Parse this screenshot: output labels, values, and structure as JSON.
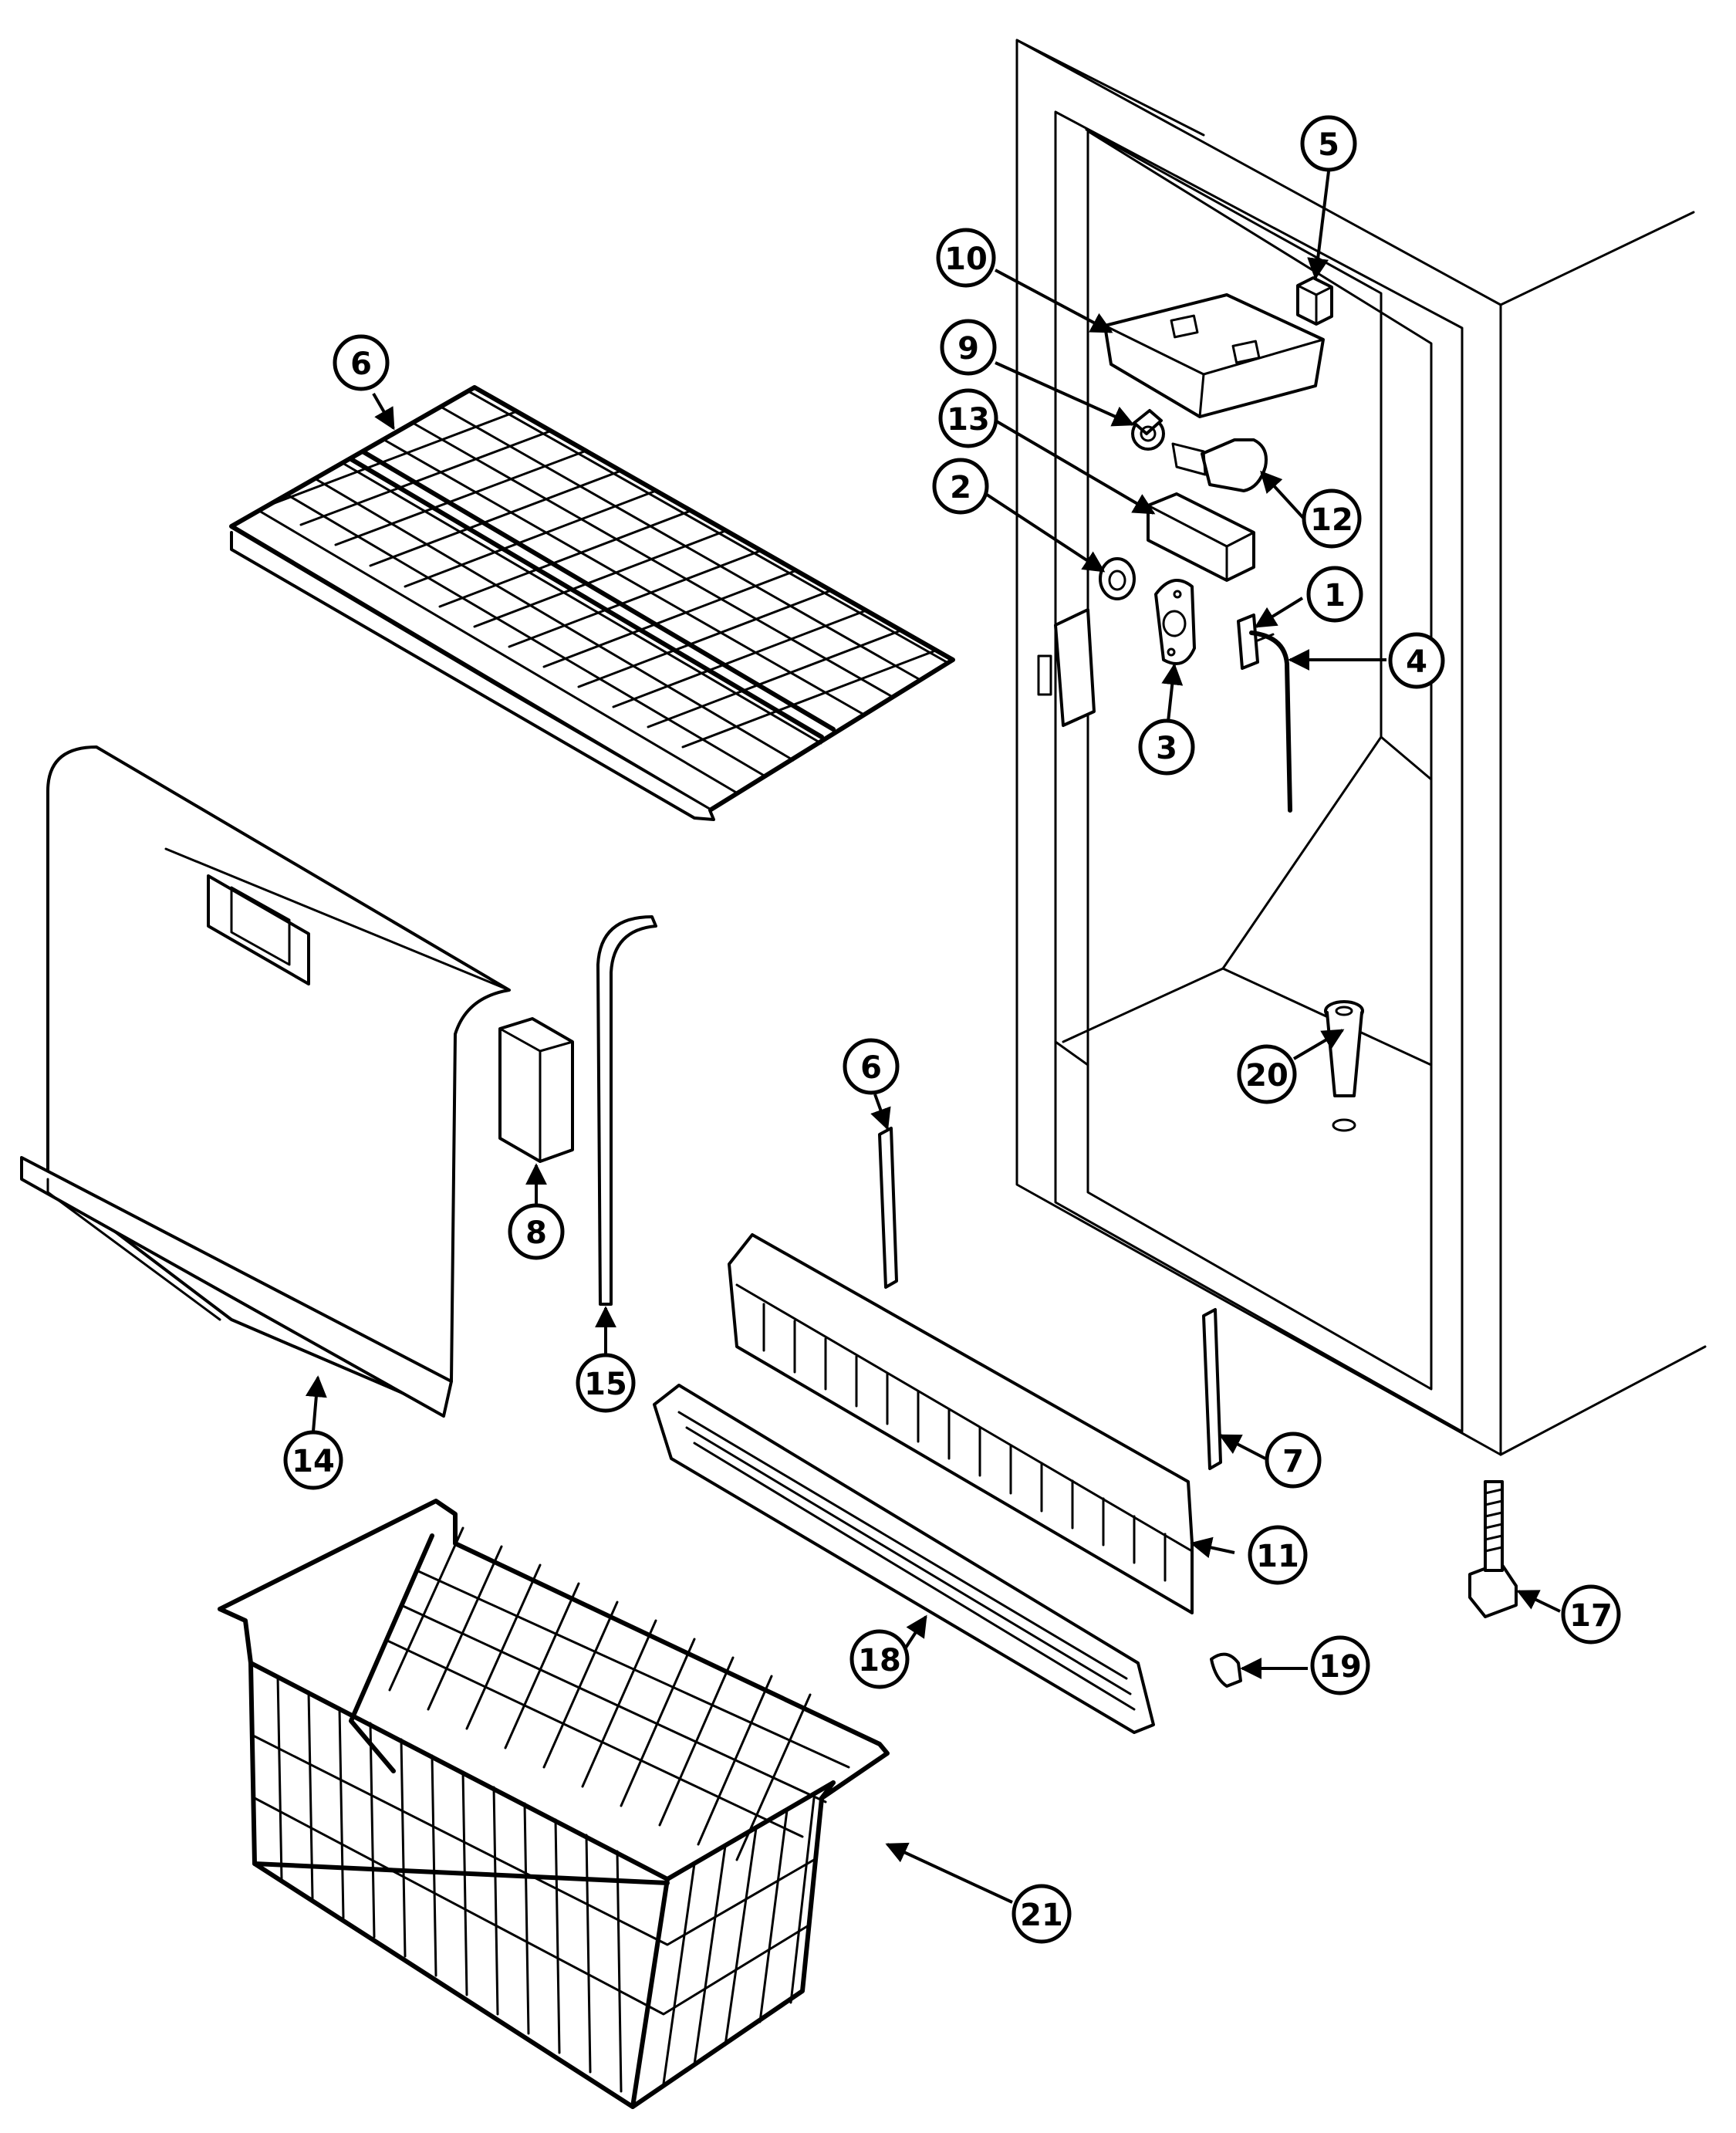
{
  "callouts": [
    {
      "id": "c5",
      "label": "5"
    },
    {
      "id": "c10",
      "label": "10"
    },
    {
      "id": "c9",
      "label": "9"
    },
    {
      "id": "c13",
      "label": "13"
    },
    {
      "id": "c2",
      "label": "2"
    },
    {
      "id": "c12",
      "label": "12"
    },
    {
      "id": "c1",
      "label": "1"
    },
    {
      "id": "c4",
      "label": "4"
    },
    {
      "id": "c3",
      "label": "3"
    },
    {
      "id": "c6a",
      "label": "6"
    },
    {
      "id": "c6b",
      "label": "6"
    },
    {
      "id": "c8",
      "label": "8"
    },
    {
      "id": "c15",
      "label": "15"
    },
    {
      "id": "c14",
      "label": "14"
    },
    {
      "id": "c20",
      "label": "20"
    },
    {
      "id": "c7",
      "label": "7"
    },
    {
      "id": "c11",
      "label": "11"
    },
    {
      "id": "c17",
      "label": "17"
    },
    {
      "id": "c18",
      "label": "18"
    },
    {
      "id": "c19",
      "label": "19"
    },
    {
      "id": "c21",
      "label": "21"
    }
  ],
  "colors": {
    "line": "#000000",
    "background": "#ffffff"
  }
}
